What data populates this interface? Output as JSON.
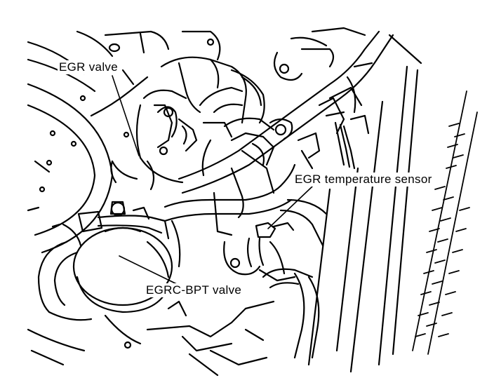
{
  "labels": {
    "egr_valve": "EGR valve",
    "egr_temperature_sensor": "EGR temperature sensor",
    "egrc_bpt_valve": "EGRC-BPT valve"
  },
  "colors": {
    "ink": "#000000",
    "paper": "#ffffff"
  }
}
